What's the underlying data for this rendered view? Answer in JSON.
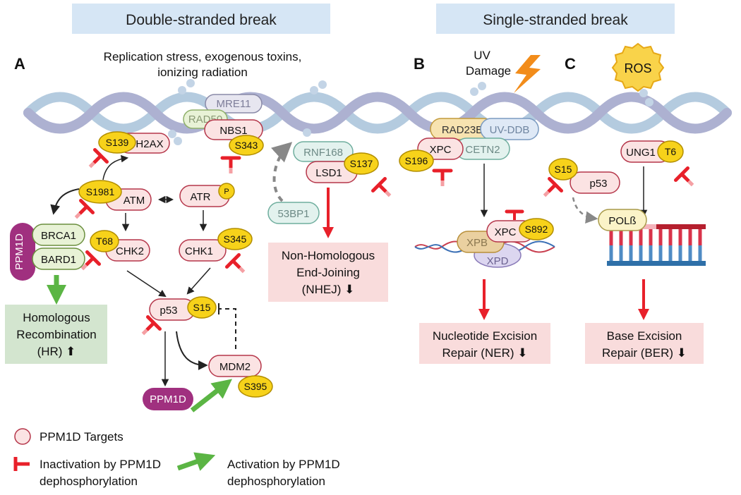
{
  "headers": {
    "double": "Double-stranded break",
    "single": "Single-stranded break"
  },
  "panels": {
    "a": "A",
    "b": "B",
    "c": "C"
  },
  "causes": {
    "a_line1": "Replication stress, exogenous toxins,",
    "a_line2": "ionizing radiation",
    "b_line1": "UV",
    "b_line2": "Damage",
    "c": "ROS"
  },
  "proteins": {
    "mre11": "MRE11",
    "rad50": "RAD50",
    "nbs1": "NBS1",
    "h2ax": "H2AX",
    "atm": "ATM",
    "atr": "ATR",
    "brca1": "BRCA1",
    "bard1": "BARD1",
    "ppm1d": "PPM1D",
    "chk2": "CHK2",
    "chk1": "CHK1",
    "p53": "p53",
    "mdm2": "MDM2",
    "rnf168": "RNF168",
    "lsd1": "LSD1",
    "bp53": "53BP1",
    "rad23b": "RAD23B",
    "uvddb": "UV-DDB",
    "xpc": "XPC",
    "cetn2": "CETN2",
    "xpb": "XPB",
    "xpd": "XPD",
    "ung1": "UNG1",
    "polb": "POLß"
  },
  "sites": {
    "s139": "S139",
    "s343": "S343",
    "s1981": "S1981",
    "p": "P",
    "t68": "T68",
    "s345": "S345",
    "s15": "S15",
    "s395": "S395",
    "s137": "S137",
    "s196": "S196",
    "s892": "S892",
    "t6": "T6"
  },
  "outcomes": {
    "hr_l1": "Homologous",
    "hr_l2": "Recombination",
    "hr_l3": "(HR) ⬆",
    "nhej_l1": "Non-Homologous",
    "nhej_l2": "End-Joining",
    "nhej_l3": "(NHEJ) ⬇",
    "ner_l1": "Nucleotide Excision",
    "ner_l2": "Repair (NER) ⬇",
    "ber_l1": "Base Excision",
    "ber_l2": "Repair (BER) ⬇"
  },
  "legend": {
    "targets": "PPM1D Targets",
    "inact_l1": "Inactivation by PPM1D",
    "inact_l2": "dephosphorylation",
    "act_l1": "Activation by PPM1D",
    "act_l2": "dephosphorylation"
  },
  "colors": {
    "header_bg": "#d6e6f5",
    "target_fill": "#fbe3e3",
    "target_stroke": "#b5364a",
    "site_fill": "#f7d21a",
    "ppm1d_fill": "#a0307f",
    "inhibit_red": "#e8202a",
    "activate_green": "#5bb544",
    "hr_box": "#d3e5cf",
    "repair_box": "#f9dcdc",
    "helix_a": "#9fa4c9",
    "helix_b": "#a8c3da"
  }
}
